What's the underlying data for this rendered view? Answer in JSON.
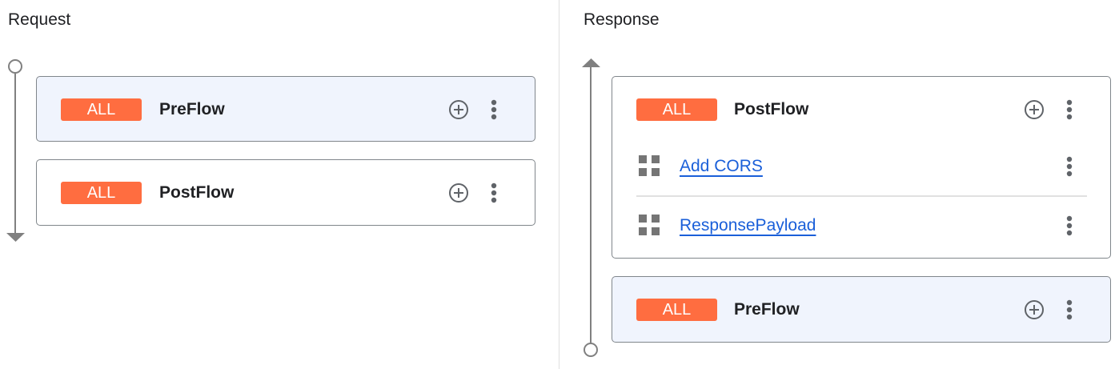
{
  "request": {
    "title": "Request",
    "flows": [
      {
        "method": "ALL",
        "name": "PreFlow",
        "selected": true
      },
      {
        "method": "ALL",
        "name": "PostFlow",
        "selected": false
      }
    ]
  },
  "response": {
    "title": "Response",
    "flows": [
      {
        "method": "ALL",
        "name": "PostFlow",
        "selected": false,
        "steps": [
          {
            "name": "Add CORS",
            "icon": "policy-grid-icon"
          },
          {
            "name": "ResponsePayload",
            "icon": "policy-grid-icon"
          }
        ]
      },
      {
        "method": "ALL",
        "name": "PreFlow",
        "selected": true
      }
    ]
  },
  "colors": {
    "badge": "#ff6d40",
    "selected_bg": "#f0f4fd",
    "link": "#1a5fd9"
  }
}
